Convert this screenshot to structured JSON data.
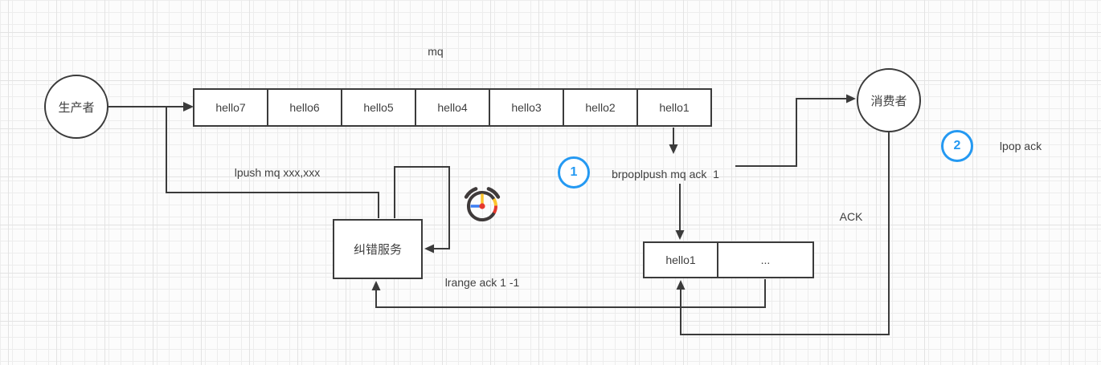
{
  "nodes": {
    "producer": {
      "label": "生产者"
    },
    "consumer": {
      "label": "消费者"
    },
    "service": {
      "label": "纠错服务"
    },
    "queue": {
      "title": "mq",
      "items": [
        "hello7",
        "hello6",
        "hello5",
        "hello4",
        "hello3",
        "hello2",
        "hello1"
      ]
    },
    "ack_list": {
      "items": [
        "hello1",
        "..."
      ]
    }
  },
  "labels": {
    "lpush": "lpush mq xxx,xxx",
    "brpoplpush": "brpoplpush mq ack  1",
    "lrange": "lrange ack 1 -1",
    "lpop": "lpop ack",
    "ack": "ACK"
  },
  "steps": [
    {
      "number": "1"
    },
    {
      "number": "2"
    }
  ],
  "icons": {
    "alarm_clock": "alarm-clock-icon"
  },
  "colors": {
    "stroke": "#3b3b3b",
    "text": "#3f3f3f",
    "step_blue": "#2499f2",
    "clock_yellow": "#fcc42c",
    "clock_blue": "#3d7ff3",
    "clock_red": "#e5392e",
    "grid_minor": "#ededed",
    "grid_major": "#e3e3e3",
    "background": "#fcfcfc"
  }
}
